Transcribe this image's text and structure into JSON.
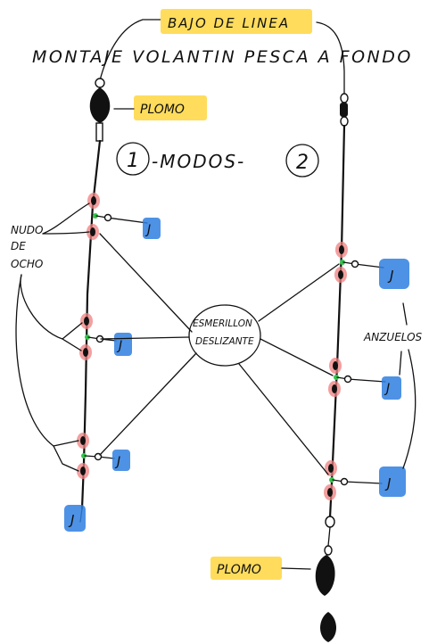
{
  "title": "MONTAJE VOLANTIN PESCA A FONDO",
  "labels": {
    "bajo_de_linea": "BAJO DE LINEA",
    "plomo_top": "PLOMO",
    "plomo_bottom": "PLOMO",
    "modos_1": "1",
    "modos_text": "-MODOS-",
    "modos_2": "2",
    "nudo_line1": "NUDO",
    "nudo_line2": "DE",
    "nudo_line3": "OCHO",
    "esmerillon_line1": "ESMERILLON",
    "esmerillon_line2": "DESLIZANTE",
    "anzuelos": "ANZUELOS",
    "hook_glyph": "J"
  },
  "colors": {
    "highlight_yellow": "#ffd84a",
    "knot_red": "#ef7f7f",
    "swivel_green": "#34c44a",
    "hook_blue": "#2f7fe0"
  }
}
